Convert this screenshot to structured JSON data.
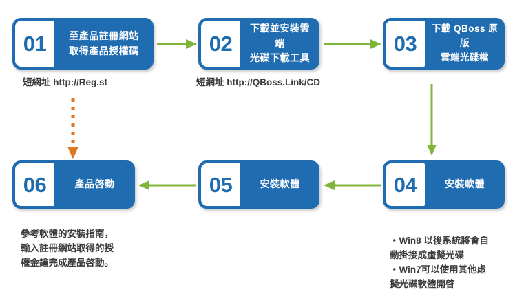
{
  "colors": {
    "box_blue": "#1f6cb0",
    "arrow_green": "#7fb539",
    "arrow_orange": "#e0761f",
    "number_text": "#1f6cb0",
    "caption_text": "#3b3b3b",
    "box_text": "#ffffff"
  },
  "steps": [
    {
      "number": "01",
      "label": "至產品註冊網站\n取得產品授權碼",
      "caption": "短網址 http://Reg.st"
    },
    {
      "number": "02",
      "label": "下載並安裝雲端\n光碟下載工具",
      "caption": "短網址 http://QBoss.Link/CD"
    },
    {
      "number": "03",
      "label": "下載 QBoss 原版\n雲端光碟檔",
      "caption": ""
    },
    {
      "number": "04",
      "label": "安裝軟體",
      "caption": "・Win8 以後系統將會自\n  動掛接成虛擬光碟\n・Win7可以使用其他虛\n  擬光碟軟體開啓"
    },
    {
      "number": "05",
      "label": "安裝軟體",
      "caption": ""
    },
    {
      "number": "06",
      "label": "產品啓動",
      "caption": "參考軟體的安裝指南，\n輸入註冊網站取得的授\n權金鑰完成產品啓動。"
    }
  ],
  "connectors": [
    {
      "name": "arrow-01-to-02",
      "style": "solid-green",
      "direction": "right"
    },
    {
      "name": "arrow-02-to-03",
      "style": "solid-green",
      "direction": "right"
    },
    {
      "name": "arrow-03-to-04",
      "style": "solid-green",
      "direction": "down"
    },
    {
      "name": "arrow-04-to-05",
      "style": "solid-green",
      "direction": "left"
    },
    {
      "name": "arrow-05-to-06",
      "style": "solid-green",
      "direction": "left"
    },
    {
      "name": "arrow-01-to-06",
      "style": "dashed-orange",
      "direction": "down"
    }
  ]
}
